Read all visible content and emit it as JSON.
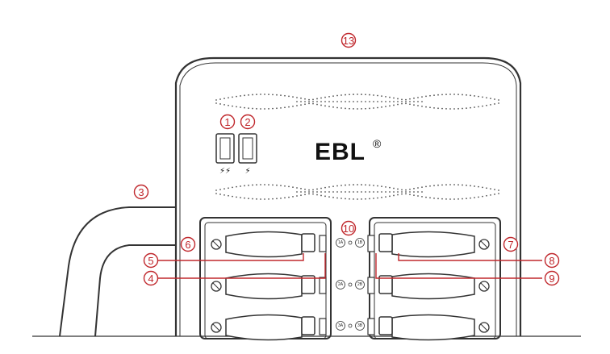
{
  "brand": {
    "name": "EBL",
    "mark": "®"
  },
  "usb_ports": [
    {
      "callout": "1",
      "symbol": "⚡⚡"
    },
    {
      "callout": "2",
      "symbol": "⚡"
    }
  ],
  "callouts": {
    "top": "13",
    "cable": "3",
    "bay_left": "6",
    "bay_right": "7",
    "contact_left_a": "5",
    "contact_left_b": "4",
    "contact_right_a": "8",
    "contact_right_b": "9",
    "indicators": "10"
  },
  "indicator_labels": [
    [
      "1A",
      "1B"
    ],
    [
      "2A",
      "2B"
    ],
    [
      "3A",
      "3B"
    ]
  ],
  "colors": {
    "callout": "#c0282d",
    "line": "#333333",
    "body": "#ffffff"
  }
}
